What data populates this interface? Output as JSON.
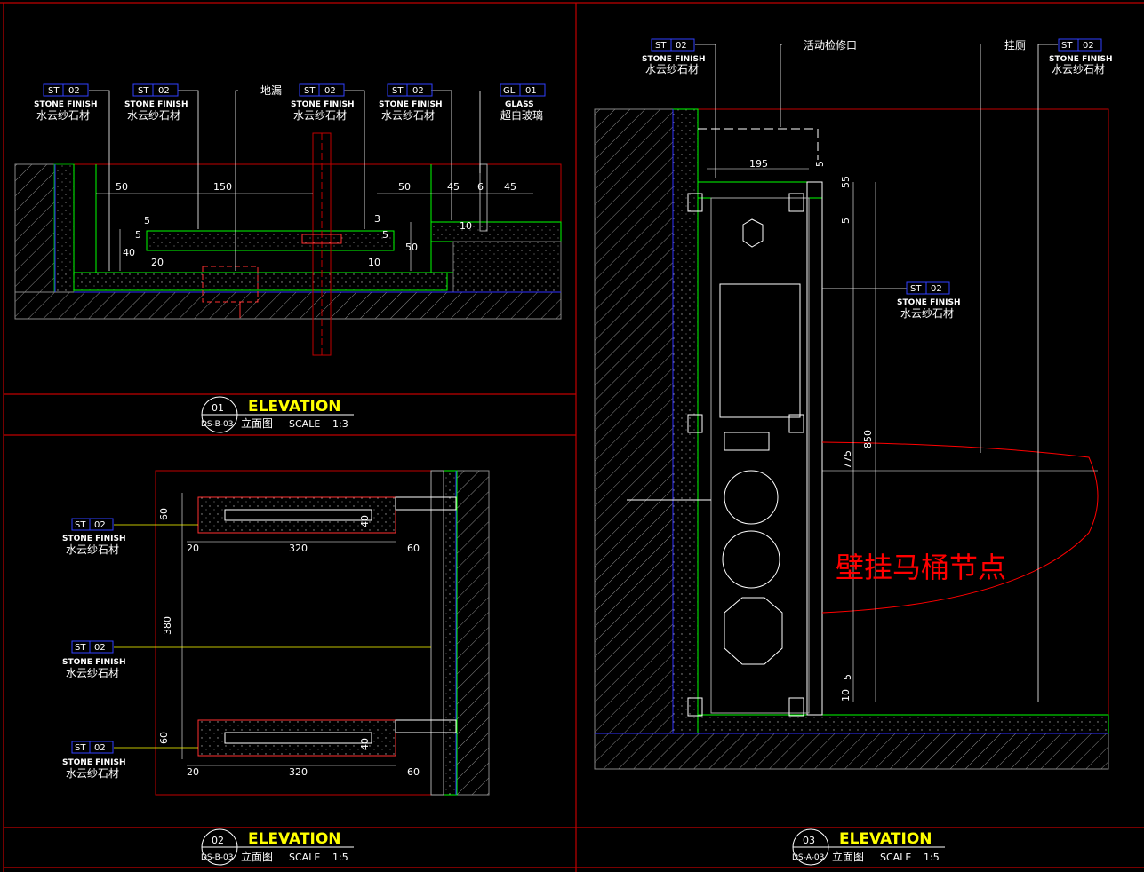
{
  "panels": {
    "p1": {
      "num": "01",
      "ref": "DS-B-03",
      "title": "ELEVATION",
      "sub": "立面图",
      "scale_label": "SCALE",
      "scale": "1:3",
      "callouts": [
        {
          "tag1": "ST",
          "tag2": "02",
          "en": "STONE FINISH",
          "cn": "水云纱石材"
        },
        {
          "tag1": "ST",
          "tag2": "02",
          "en": "STONE FINISH",
          "cn": "水云纱石材"
        },
        {
          "tag1": "",
          "tag2": "",
          "en": "",
          "cn": "地漏"
        },
        {
          "tag1": "ST",
          "tag2": "02",
          "en": "STONE FINISH",
          "cn": "水云纱石材"
        },
        {
          "tag1": "ST",
          "tag2": "02",
          "en": "STONE FINISH",
          "cn": "水云纱石材"
        },
        {
          "tag1": "GL",
          "tag2": "01",
          "en": "GLASS",
          "cn": "超白玻璃"
        }
      ],
      "dims": {
        "d50a": "50",
        "d150": "150",
        "d50b": "50",
        "d45a": "45",
        "d6": "6",
        "d45b": "45",
        "d5a": "5",
        "d5b": "5",
        "d3": "3",
        "d5c": "5",
        "d40": "40",
        "d20": "20",
        "d10": "10",
        "d50c": "50",
        "d10b": "10"
      }
    },
    "p2": {
      "num": "02",
      "ref": "DS-B-03",
      "title": "ELEVATION",
      "sub": "立面图",
      "scale_label": "SCALE",
      "scale": "1:5",
      "callouts": [
        {
          "tag1": "ST",
          "tag2": "02",
          "en": "STONE FINISH",
          "cn": "水云纱石材"
        },
        {
          "tag1": "ST",
          "tag2": "02",
          "en": "STONE FINISH",
          "cn": "水云纱石材"
        },
        {
          "tag1": "ST",
          "tag2": "02",
          "en": "STONE FINISH",
          "cn": "水云纱石材"
        }
      ],
      "dims": {
        "d60a": "60",
        "d40a": "40",
        "d20a": "20",
        "d320a": "320",
        "d60b": "60",
        "d380": "380",
        "d60c": "60",
        "d40b": "40",
        "d20b": "20",
        "d320b": "320",
        "d60d": "60"
      }
    },
    "p3": {
      "num": "03",
      "ref": "DS-A-03",
      "title": "ELEVATION",
      "sub": "立面图",
      "scale_label": "SCALE",
      "scale": "1:5",
      "callouts": [
        {
          "tag1": "ST",
          "tag2": "02",
          "en": "STONE FINISH",
          "cn": "水云纱石材"
        },
        {
          "tag1": "",
          "tag2": "",
          "en": "",
          "cn": "活动检修口"
        },
        {
          "tag1": "",
          "tag2": "",
          "en": "",
          "cn": "挂厕"
        },
        {
          "tag1": "ST",
          "tag2": "02",
          "en": "STONE FINISH",
          "cn": "水云纱石材"
        },
        {
          "tag1": "ST",
          "tag2": "02",
          "en": "STONE FINISH",
          "cn": "水云纱石材"
        }
      ],
      "dims": {
        "d195": "195",
        "d5a": "5",
        "d55": "55",
        "d5b": "5",
        "d775": "775",
        "d850": "850",
        "d5c": "5",
        "d10": "10"
      },
      "note": "壁挂马桶节点"
    }
  }
}
